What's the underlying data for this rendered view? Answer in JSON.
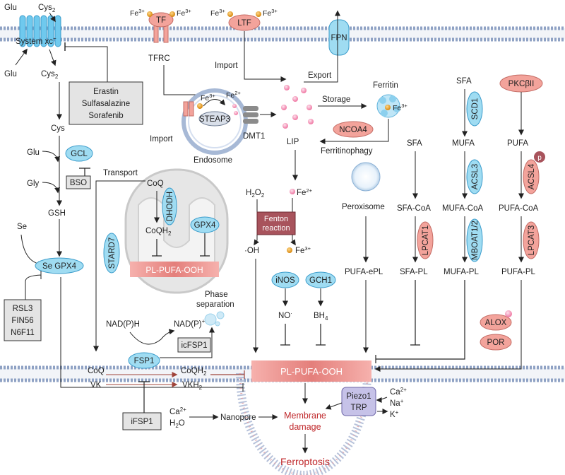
{
  "system_xc": {
    "label": "System xc",
    "sup": "−",
    "glu_top": "Glu",
    "cys2_top": "Cys",
    "cys2_top_sub": "2",
    "glu_bottom": "Glu",
    "cys2_bottom": "Cys",
    "cys2_bottom_sub": "2"
  },
  "inhibitors_xc": [
    "Erastin",
    "Sulfasalazine",
    "Sorafenib"
  ],
  "gsh_path": {
    "cys": "Cys",
    "glu": "Glu",
    "gcl": "GCL",
    "gly": "Gly",
    "bso": "BSO",
    "gsh": "GSH",
    "se": "Se",
    "gpx4": "Se GPX4"
  },
  "inhibitors_gpx4": [
    "RSL3",
    "FIN56",
    "N6F11"
  ],
  "iron": {
    "fe3": "Fe",
    "fe3_sup": "3+",
    "fe2": "Fe",
    "fe2_sup": "2+",
    "tf": "TF",
    "tfrc": "TFRC",
    "ltf": "LTF",
    "fpn": "FPN",
    "import1": "Import",
    "import2": "Import",
    "export": "Export",
    "steap3": "STEAP3",
    "dmt1": "DMT1",
    "endosome": "Endosome",
    "lip": "LIP",
    "storage": "Storage",
    "ferritin": "Ferritin",
    "ncoa4": "NCOA4",
    "ferritinophagy": "Ferritinophagy"
  },
  "fenton": {
    "h2o2": "H",
    "h2o2_sub1": "2",
    "h2o2_mid": "O",
    "h2o2_sub2": "2",
    "label1": "Fenton",
    "label2": "reaction",
    "oh": "·OH"
  },
  "mito": {
    "transport": "Transport",
    "coq": "CoQ",
    "dhodh": "DHODH",
    "coqh2": "CoQH",
    "coqh2_sub": "2",
    "gpx4": "GPX4",
    "stard7": "STARD7",
    "pl_pufa_ooh": "PL-PUFA-OOH"
  },
  "fsp1_path": {
    "nadph": "NAD(P)H",
    "nadp": "NAD(P)",
    "nadp_sup": "+",
    "fsp1": "FSP1",
    "icfsp1": "icFSP1",
    "phase1": "Phase",
    "phase2": "separation",
    "coq": "CoQ",
    "vk": "VK",
    "coqh2": "CoQH",
    "coqh2_sub": "2",
    "vkh2": "VKH",
    "vkh2_sub": "2",
    "ifsp1": "iFSP1"
  },
  "nos": {
    "inos": "iNOS",
    "gch1": "GCH1",
    "no": "NO",
    "no_sup": "·",
    "bh4": "BH",
    "bh4_sub": "4"
  },
  "lipid": {
    "sfa_top": "SFA",
    "scd1": "SCD1",
    "pkc": "PKCβII",
    "peroxisome": "Peroxisome",
    "sfa": "SFA",
    "mufa": "MUFA",
    "pufa": "PUFA",
    "acsl3": "ACSL3",
    "acsl4": "ACSL4",
    "p": "p",
    "sfa_coa": "SFA-CoA",
    "mufa_coa": "MUFA-CoA",
    "pufa_coa": "PUFA-CoA",
    "lpcat1": "LPCAT1",
    "mboat": "MBOAT1/2",
    "lpcat3": "LPCAT3",
    "pufa_epl": "PUFA-ePL",
    "sfa_pl": "SFA-PL",
    "mufa_pl": "MUFA-PL",
    "pufa_pl": "PUFA-PL",
    "alox": "ALOX",
    "por": "POR"
  },
  "membrane": {
    "pl_pufa_ooh": "PL-PUFA-OOH",
    "piezo1": "Piezo1",
    "trp": "TRP",
    "ca": "Ca",
    "ca_sup": "2+",
    "na": "Na",
    "na_sup": "+",
    "k": "K",
    "k_sup": "+",
    "ca2": "Ca",
    "ca2_sup": "2+",
    "h2o": "H",
    "h2o_sub": "2",
    "h2o_o": "O",
    "nanopore": "Nanopore",
    "damage1": "Membrane",
    "damage2": "damage",
    "ferroptosis": "Ferroptosis"
  },
  "colors": {
    "cyan": "#9fdcf2",
    "salmon": "#f3a39b",
    "grey_box": "#e4e4e4",
    "dark_red_box": "#a8535c",
    "pufa_ooh_red": "#e47f7b",
    "ferroptosis_red": "#c0282b",
    "membrane_blue": "#8fa2c4"
  }
}
